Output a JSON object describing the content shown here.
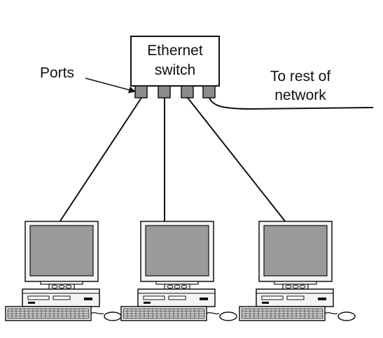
{
  "switch": {
    "line1": "Ethernet",
    "line2": "switch"
  },
  "ports_label": "Ports",
  "uplink_label": {
    "line1": "To rest of",
    "line2": "network"
  },
  "computers": [
    {
      "id": "computer-1"
    },
    {
      "id": "computer-2"
    },
    {
      "id": "computer-3"
    }
  ],
  "colors": {
    "line": "#111111",
    "port_fill": "#8c8c8c",
    "screen_fill": "#9a9a9a",
    "casing_fill": "#f4f4f4",
    "device_fill": "#ffffff"
  }
}
